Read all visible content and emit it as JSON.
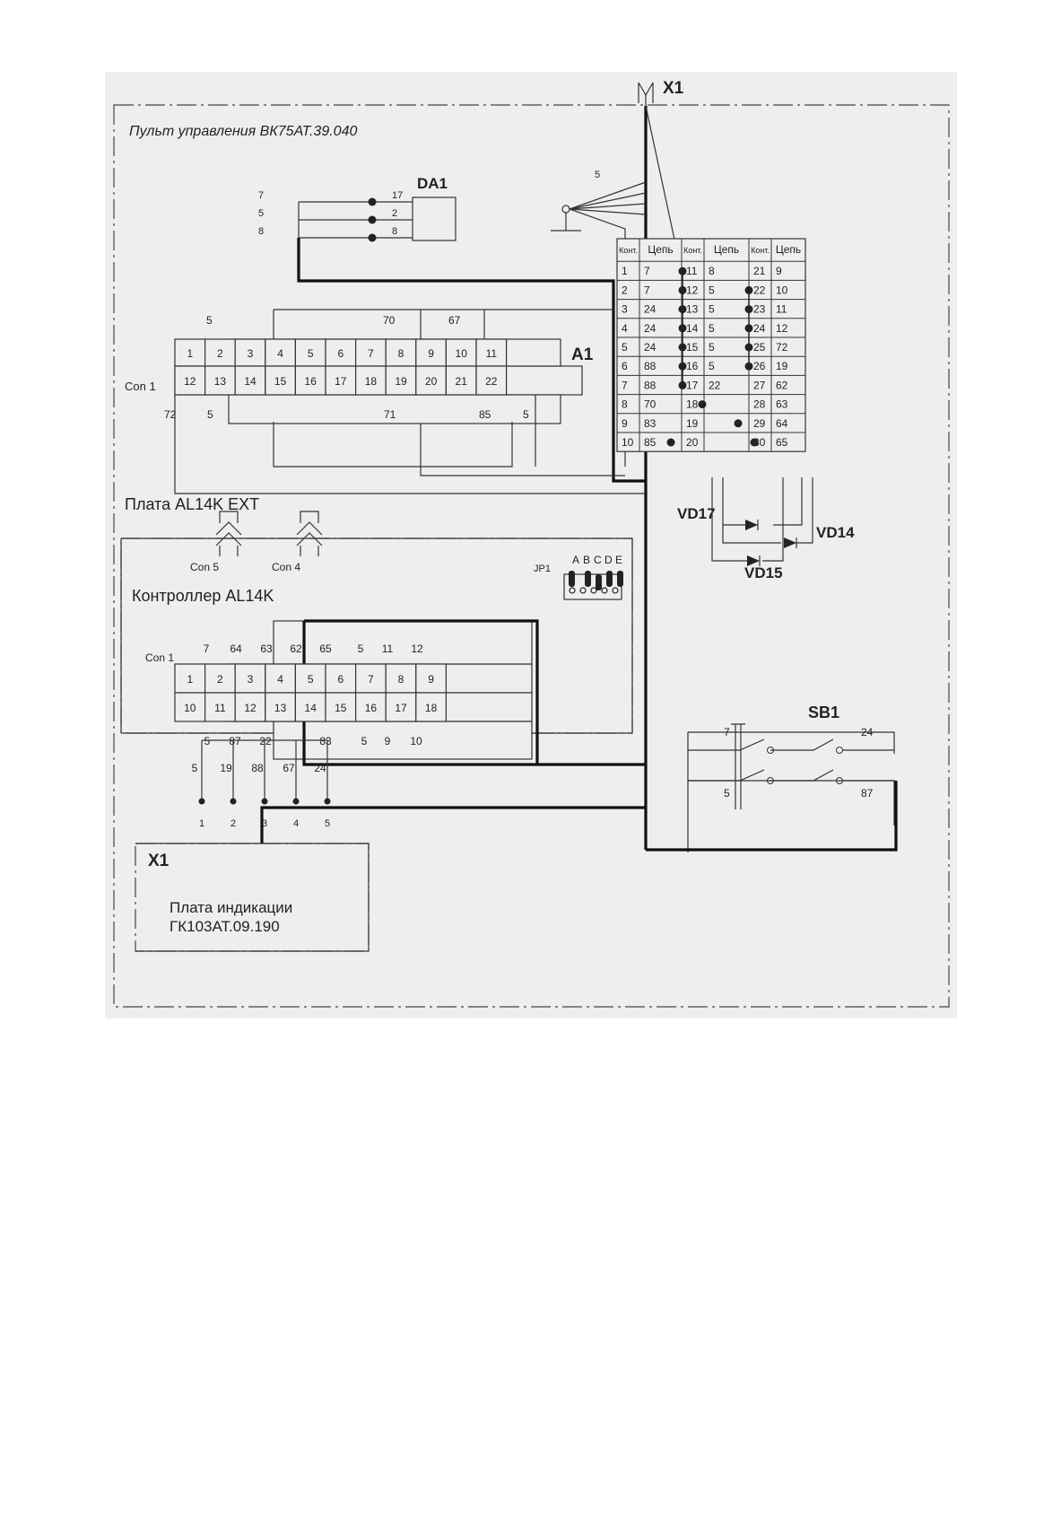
{
  "panel": {
    "title": "Пульт управления ВК75АТ.39.040",
    "connector_label": "X1"
  },
  "da1": {
    "label": "DA1",
    "left_wires": [
      "7",
      "5",
      "8"
    ],
    "right_pins": [
      "17",
      "2",
      "8"
    ]
  },
  "ground": {
    "wire": "5"
  },
  "a1": {
    "label": "A1",
    "con_label": "Con 1",
    "top_wires": [
      "5",
      "70",
      "67"
    ],
    "row1": [
      "1",
      "2",
      "3",
      "4",
      "5",
      "6",
      "7",
      "8",
      "9",
      "10",
      "11"
    ],
    "row2": [
      "12",
      "13",
      "14",
      "15",
      "16",
      "17",
      "18",
      "19",
      "20",
      "21",
      "22"
    ],
    "bottom_wires": [
      "72",
      "5",
      "71",
      "85",
      "5"
    ]
  },
  "board_ext": {
    "label": "Плата AL14K EXT",
    "con5": "Con 5",
    "con4": "Con 4"
  },
  "controller": {
    "label": "Контроллер AL14K",
    "con_label": "Con 1",
    "jumper_label": "JP1",
    "jumper_letters": [
      "A",
      "B",
      "C",
      "D",
      "E"
    ],
    "top_wires": [
      "7",
      "64",
      "63",
      "62",
      "65",
      "5",
      "11",
      "12"
    ],
    "row1": [
      "1",
      "2",
      "3",
      "4",
      "5",
      "6",
      "7",
      "8",
      "9"
    ],
    "row2": [
      "10",
      "11",
      "12",
      "13",
      "14",
      "15",
      "16",
      "17",
      "18"
    ],
    "bottom_wires": [
      "5",
      "87",
      "22",
      "83",
      "5",
      "9",
      "10"
    ]
  },
  "x1_table": {
    "headers": [
      "Конт.",
      "Цепь",
      "Конт.",
      "Цепь",
      "Конт.",
      "Цепь"
    ],
    "rows": [
      [
        "1",
        "7",
        "11",
        "8",
        "21",
        "9"
      ],
      [
        "2",
        "7",
        "12",
        "5",
        "22",
        "10"
      ],
      [
        "3",
        "24",
        "13",
        "5",
        "23",
        "11"
      ],
      [
        "4",
        "24",
        "14",
        "5",
        "24",
        "12"
      ],
      [
        "5",
        "24",
        "15",
        "5",
        "25",
        "72"
      ],
      [
        "6",
        "88",
        "16",
        "5",
        "26",
        "19"
      ],
      [
        "7",
        "88",
        "17",
        "22",
        "27",
        "62"
      ],
      [
        "8",
        "70",
        "18",
        "",
        "28",
        "63"
      ],
      [
        "9",
        "83",
        "19",
        "",
        "29",
        "64"
      ],
      [
        "10",
        "85",
        "20",
        "",
        "30",
        "65"
      ]
    ]
  },
  "diodes": [
    "VD17",
    "VD14",
    "VD15"
  ],
  "sb1": {
    "label": "SB1",
    "wires": [
      "7",
      "24",
      "5",
      "87"
    ]
  },
  "indication": {
    "connector_label": "X1",
    "wires": [
      "5",
      "19",
      "88",
      "67",
      "24"
    ],
    "pins": [
      "1",
      "2",
      "3",
      "4",
      "5"
    ],
    "title_line1": "Плата индикации",
    "title_line2": "ГК103АТ.09.190"
  }
}
